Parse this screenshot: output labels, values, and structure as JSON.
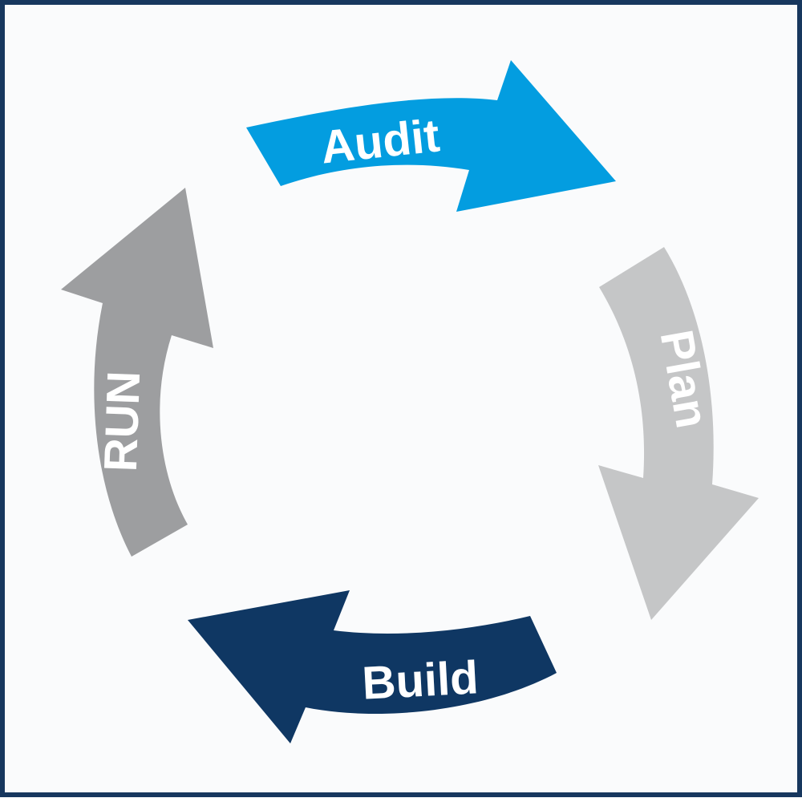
{
  "diagram": {
    "type": "cycle",
    "steps": [
      {
        "label": "Audit",
        "color": "#039de0"
      },
      {
        "label": "Plan",
        "color": "#c5c6c7"
      },
      {
        "label": "Build",
        "color": "#0f3763"
      },
      {
        "label": "RUN",
        "color": "#9d9ea0"
      }
    ],
    "frame_color": "#17375e"
  }
}
